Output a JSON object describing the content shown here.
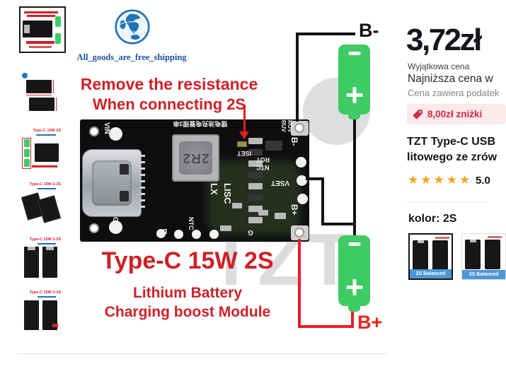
{
  "seller": {
    "logo_caption": "All_goods_are_free_shipping"
  },
  "diagram": {
    "warning_line1": "Remove the resistance",
    "warning_line2": "When connecting 2S",
    "battery_top_label": "B-",
    "battery_bottom_label": "B+",
    "title": "Type-C 15W 2S",
    "subtitle_line1": "Lithium Battery",
    "subtitle_line2": "Charging boost Module",
    "watermark": "TZT",
    "pcb": {
      "cn_header": "锂电池充电管理3串",
      "vin": "VIN",
      "gnd": "GND",
      "lx": "LX",
      "lisc": "LISC",
      "ntc_bottom": "NTC",
      "d": "D",
      "g": "G",
      "iset": "ISET",
      "rot": "ROT",
      "ntc2": "NTC",
      "vset": "VSET",
      "ruv": "RUV",
      "rov": "ROV",
      "b_minus": "B-",
      "b_plus": "B+",
      "inductor": "2R2"
    }
  },
  "thumbnails": {
    "items": [
      {
        "title": ""
      },
      {
        "title": "Type-C 15W 3S"
      },
      {
        "title": "Type-C 15W 2-3S"
      },
      {
        "title": "Type-C 15W 2-3S"
      },
      {
        "title": "Type-C 15W 2-3S"
      }
    ]
  },
  "product": {
    "price": "3,72zł",
    "price_note": "Wyjątkowa cena",
    "lowest_price_note": "Najniższa cena w",
    "tax_note": "Cena zawiera podatek",
    "discount_badge": "8,00zł zniżki",
    "title_line1": "TZT Type-C USB",
    "title_line2": "litowego ze zrów",
    "rating_stars": "★★★★★",
    "rating_value": "5.0",
    "color_label": "kolor: 2S",
    "variants": [
      {
        "caption": "2S Balanced"
      },
      {
        "caption": "3S Balanced"
      }
    ]
  }
}
